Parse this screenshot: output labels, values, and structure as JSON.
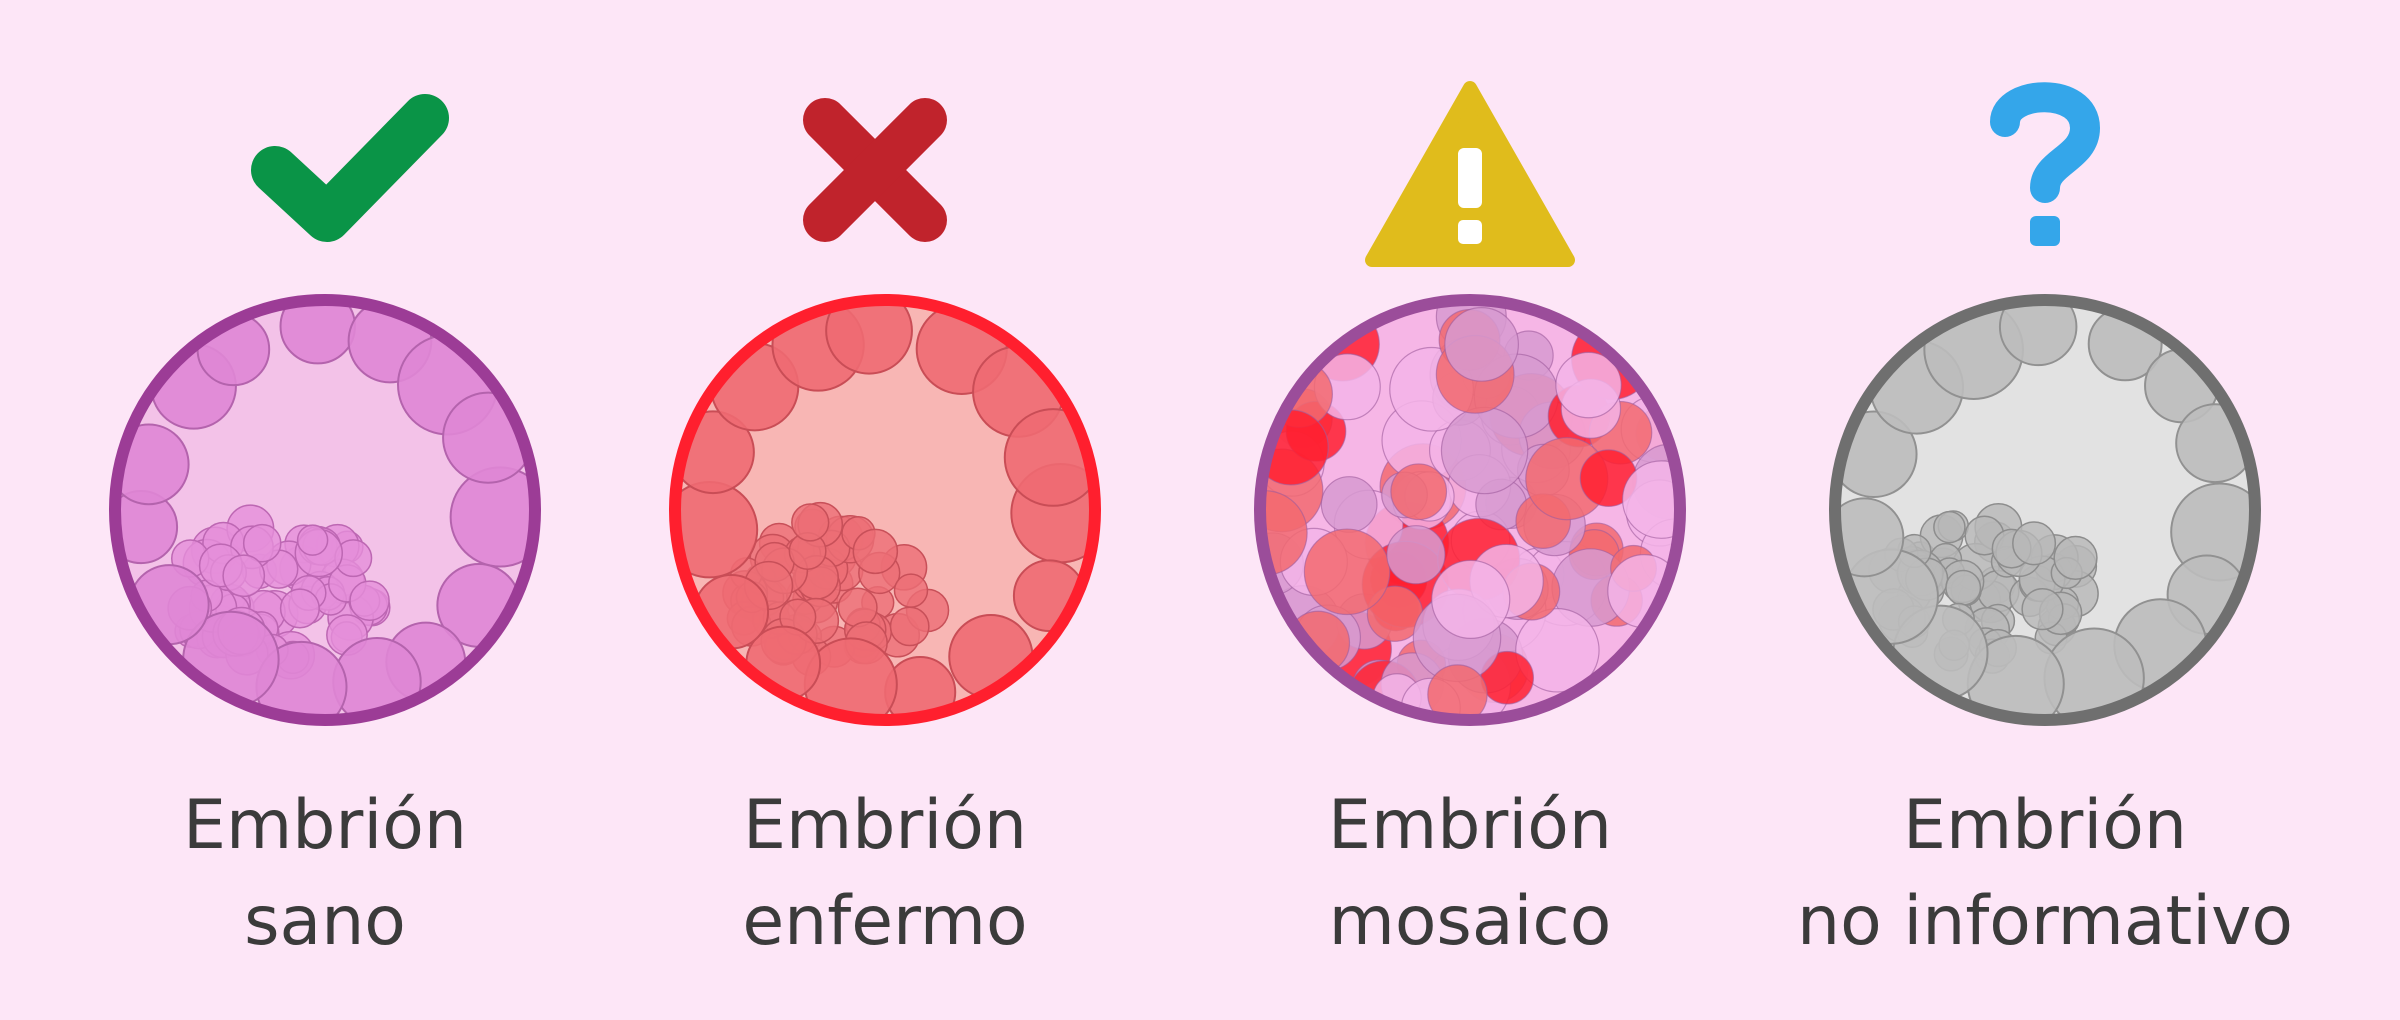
{
  "embryos": [
    {
      "status_icon": "check-icon",
      "icon_color": "#0a9447",
      "line1": "Embrión",
      "line2": "sano",
      "colors": {
        "ring": "#9c3c96",
        "fill": "#f3c2e8",
        "cell": "#df86d5",
        "cell_edge": "#b463ad",
        "inner": "#e58fd9",
        "inner_edge": "#bd67b3"
      }
    },
    {
      "status_icon": "cross-icon",
      "icon_color": "#c0232c",
      "line1": "Embrión",
      "line2": "enfermo",
      "colors": {
        "ring": "#ff1f2e",
        "fill": "#f8b6b4",
        "cell": "#ee6a72",
        "cell_edge": "#c94d56",
        "inner": "#ec6e76",
        "inner_edge": "#c85059"
      }
    },
    {
      "status_icon": "warning-icon",
      "icon_color": "#e0bc1c",
      "line1": "Embrión",
      "line2": "mosaico",
      "colors": {
        "ring": "#9b4d9a",
        "fill": "#f6b6e6",
        "cell": "#d79ad0",
        "cell_edge": "#9f5c9c",
        "inner_red": "#f26a70",
        "inner_pink": "#f3b4e8",
        "accent": "#ff2030"
      }
    },
    {
      "status_icon": "question-icon",
      "icon_color": "#34a6ea",
      "line1": "Embrión",
      "line2": "no informativo",
      "colors": {
        "ring": "#6f6f6f",
        "fill": "#e2e2e2",
        "cell": "#bdbdbd",
        "cell_edge": "#919191",
        "inner": "#b8b8b8",
        "inner_edge": "#8d8d8d"
      }
    }
  ]
}
